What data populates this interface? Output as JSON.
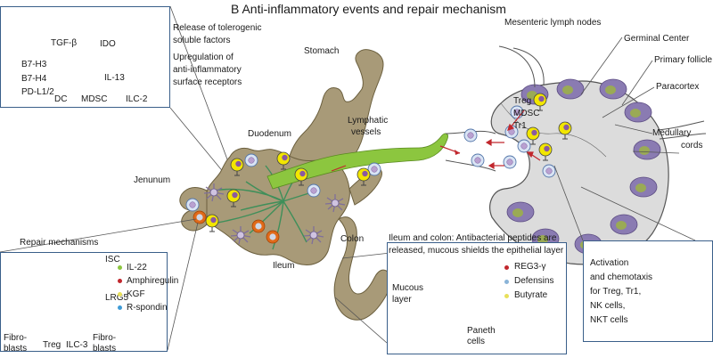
{
  "title": "B Anti-inflammatory events and repair mechanism",
  "organs": {
    "stomach": "Stomach",
    "duodenum": "Duodenum",
    "jejunum": "Jenunum",
    "ileum": "Ileum",
    "colon": "Colon",
    "lymphatic": [
      "Lymphatic",
      "vessels"
    ]
  },
  "top_left_panel": {
    "factors": [
      "TGF-β",
      "IDO",
      "IL-13"
    ],
    "receptors": [
      "B7-H3",
      "B7-H4",
      "PD-L1/2"
    ],
    "cells": [
      "DC",
      "MDSC",
      "ILC-2"
    ],
    "caption": [
      "Release of tolerogenic",
      "soluble factors",
      "Upregulation of",
      "anti-inflammatory",
      "surface receptors"
    ]
  },
  "lymph_node": {
    "title": "Mesenteric lymph nodes",
    "labels": [
      "Germinal Center",
      "Primary follicle",
      "Paracortex",
      [
        "Medullary",
        "cords"
      ]
    ],
    "cells": [
      "Treg",
      "MDSC",
      "Tr1"
    ]
  },
  "repair_panel": {
    "title": "Repair mechanisms",
    "isc": "ISC",
    "lrg5": "LRG5",
    "legend": [
      {
        "label": "IL-22",
        "color": "#8cc63f"
      },
      {
        "label": "Amphiregulin",
        "color": "#c1272d"
      },
      {
        "label": "KGF",
        "color": "#e8e05a"
      },
      {
        "label": "R-spondin",
        "color": "#3f9bd6"
      }
    ],
    "bottom": [
      [
        "Fibro-",
        "blasts"
      ],
      "Treg",
      "ILC-3",
      [
        "Fibro-",
        "blasts"
      ]
    ]
  },
  "ileum_panel": {
    "caption": [
      "Ileum and colon: Antibacterial peptides are",
      "released, mucous shields the epithelial layer"
    ],
    "mucous": [
      "Mucous",
      "layer"
    ],
    "legend": [
      {
        "label": "REG3-γ",
        "color": "#c1272d"
      },
      {
        "label": "Defensins",
        "color": "#8ab4d8"
      },
      {
        "label": "Butyrate",
        "color": "#e8e05a"
      }
    ],
    "paneth": [
      "Paneth",
      "cells"
    ]
  },
  "activation_panel": {
    "lines": [
      "Activation",
      "and chemotaxis",
      "for Treg, Tr1,",
      "NK cells,",
      "NKT cells"
    ]
  }
}
